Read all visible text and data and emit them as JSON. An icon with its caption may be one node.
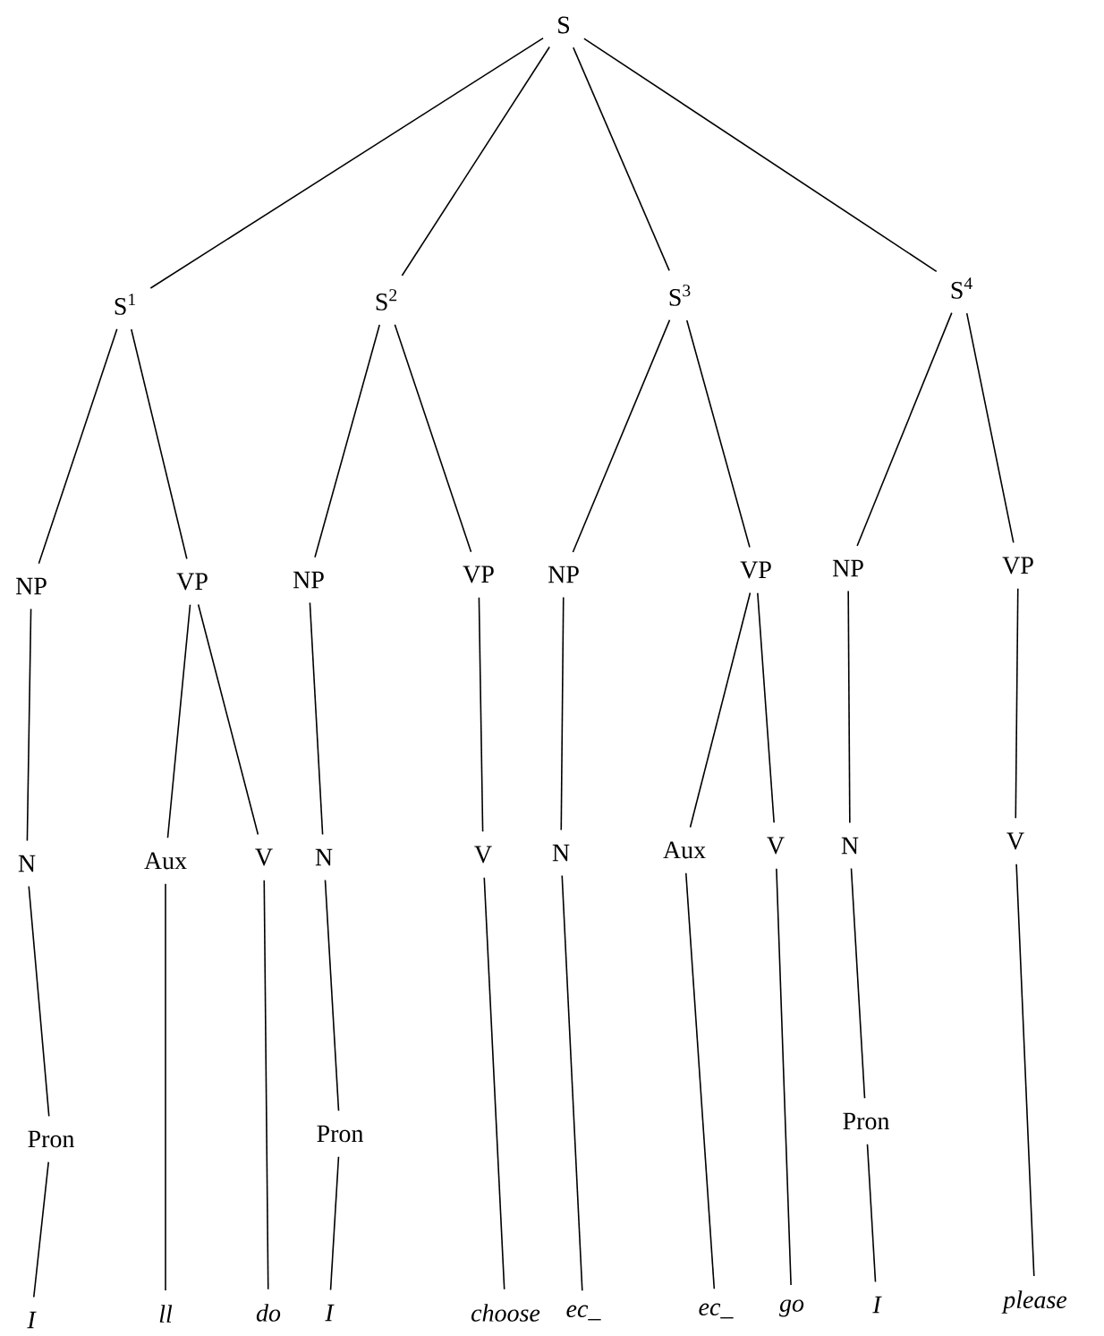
{
  "diagram": {
    "nodes": [
      {
        "text": [
          "S"
        ]
      },
      {
        "text": [
          "S$^{1}$"
        ]
      },
      {
        "text": [
          "S$^{2}$"
        ]
      },
      {
        "text": [
          "S$^{3}$"
        ]
      },
      {
        "text": [
          "S$^{4}$"
        ]
      },
      {
        "text": [
          "NP"
        ]
      },
      {
        "text": [
          "VP"
        ]
      },
      {
        "text": [
          "NP"
        ]
      },
      {
        "text": [
          "VP"
        ]
      },
      {
        "text": [
          "NP"
        ]
      },
      {
        "text": [
          "VP"
        ]
      },
      {
        "text": [
          "NP"
        ]
      },
      {
        "text": [
          "VP"
        ]
      },
      {
        "text": [
          "N"
        ]
      },
      {
        "text": [
          "Aux"
        ]
      },
      {
        "text": [
          "V"
        ]
      },
      {
        "text": [
          "N"
        ]
      },
      {
        "text": [
          "V"
        ]
      },
      {
        "text": [
          "N"
        ]
      },
      {
        "text": [
          "Aux"
        ]
      },
      {
        "text": [
          "V"
        ]
      },
      {
        "text": [
          "N"
        ]
      },
      {
        "text": [
          "V"
        ]
      },
      {
        "text": [
          "Pron"
        ]
      },
      {
        "text": [
          "Pron"
        ]
      },
      {
        "text": [
          "Pron"
        ]
      },
      {
        "text": [
          "I"
        ]
      },
      {
        "text": [
          "ll"
        ]
      },
      {
        "text": [
          "do"
        ]
      },
      {
        "text": [
          "I"
        ]
      },
      {
        "text": [
          "choose"
        ]
      },
      {
        "text": [
          "ec_"
        ]
      },
      {
        "text": [
          "ec_"
        ]
      },
      {
        "text": [
          "go"
        ]
      },
      {
        "text": [
          "I"
        ]
      },
      {
        "text": [
          "please"
        ]
      }
    ],
    "edges": [
      {
        "from": 0,
        "to": 1,
        "arrow": "none"
      },
      {
        "from": 0,
        "to": 2,
        "arrow": "none"
      },
      {
        "from": 0,
        "to": 3,
        "arrow": "none"
      },
      {
        "from": 0,
        "to": 4,
        "arrow": "none"
      },
      {
        "from": 1,
        "to": 5,
        "arrow": "none"
      },
      {
        "from": 1,
        "to": 6,
        "arrow": "none"
      },
      {
        "from": 2,
        "to": 7,
        "arrow": "none"
      },
      {
        "from": 2,
        "to": 8,
        "arrow": "none"
      },
      {
        "from": 3,
        "to": 9,
        "arrow": "none"
      },
      {
        "from": 3,
        "to": 10,
        "arrow": "none"
      },
      {
        "from": 4,
        "to": 11,
        "arrow": "none"
      },
      {
        "from": 4,
        "to": 12,
        "arrow": "none"
      },
      {
        "from": 5,
        "to": 13,
        "arrow": "none"
      },
      {
        "from": 6,
        "to": 14,
        "arrow": "none"
      },
      {
        "from": 6,
        "to": 15,
        "arrow": "none"
      },
      {
        "from": 7,
        "to": 16,
        "arrow": "none"
      },
      {
        "from": 8,
        "to": 17,
        "arrow": "none"
      },
      {
        "from": 9,
        "to": 18,
        "arrow": "none"
      },
      {
        "from": 10,
        "to": 19,
        "arrow": "none"
      },
      {
        "from": 10,
        "to": 20,
        "arrow": "none"
      },
      {
        "from": 11,
        "to": 21,
        "arrow": "none"
      },
      {
        "from": 12,
        "to": 22,
        "arrow": "none"
      },
      {
        "from": 13,
        "to": 23,
        "arrow": "none"
      },
      {
        "from": 16,
        "to": 24,
        "arrow": "none"
      },
      {
        "from": 21,
        "to": 25,
        "arrow": "none"
      },
      {
        "from": 23,
        "to": 26,
        "arrow": "none"
      },
      {
        "from": 14,
        "to": 27,
        "arrow": "none"
      },
      {
        "from": 15,
        "to": 28,
        "arrow": "none"
      },
      {
        "from": 24,
        "to": 29,
        "arrow": "none"
      },
      {
        "from": 17,
        "to": 30,
        "arrow": "none"
      },
      {
        "from": 18,
        "to": 31,
        "arrow": "none"
      },
      {
        "from": 19,
        "to": 32,
        "arrow": "none"
      },
      {
        "from": 20,
        "to": 33,
        "arrow": "none"
      },
      {
        "from": 25,
        "to": 34,
        "arrow": "none"
      },
      {
        "from": 22,
        "to": 35,
        "arrow": "none"
      }
    ]
  }
}
